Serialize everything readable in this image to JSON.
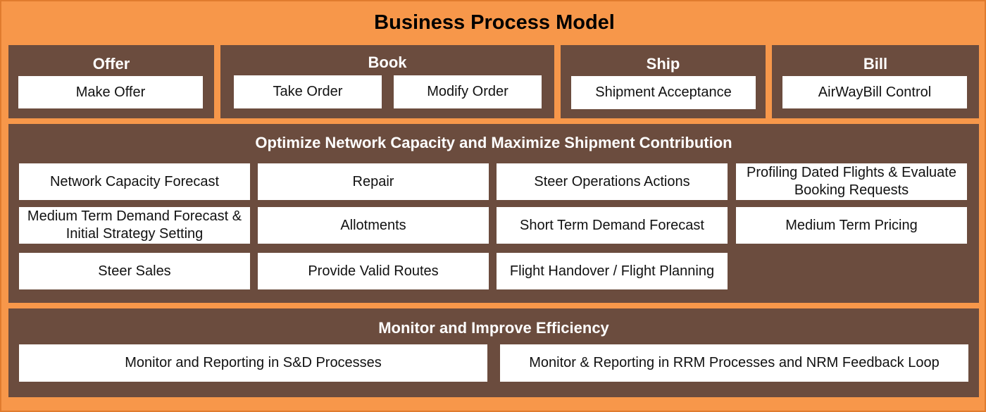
{
  "title": "Business Process Model",
  "offer": {
    "title": "Offer",
    "items": [
      "Make Offer"
    ]
  },
  "book": {
    "title": "Book",
    "items": [
      "Take Order",
      "Modify Order"
    ]
  },
  "ship": {
    "title": "Ship",
    "items": [
      "Shipment Acceptance"
    ]
  },
  "bill": {
    "title": "Bill",
    "items": [
      "AirWayBill Control"
    ]
  },
  "optimize": {
    "title": "Optimize Network Capacity and Maximize Shipment Contribution",
    "items": [
      "Network Capacity Forecast",
      "Repair",
      "Steer Operations Actions",
      "Profiling Dated Flights & Evaluate Booking Requests",
      "Medium Term Demand Forecast & Initial Strategy Setting",
      "Allotments",
      "Short Term Demand Forecast",
      "Medium Term Pricing",
      "Steer Sales",
      "Provide Valid Routes",
      "Flight Handover / Flight Planning"
    ]
  },
  "monitor": {
    "title": "Monitor and Improve Efficiency",
    "items": [
      "Monitor and Reporting in S&D Processes",
      "Monitor & Reporting in RRM Processes and NRM Feedback Loop"
    ]
  },
  "colors": {
    "background": "#F7974A",
    "panel": "#6B4C3E",
    "box": "#FFFFFF"
  }
}
